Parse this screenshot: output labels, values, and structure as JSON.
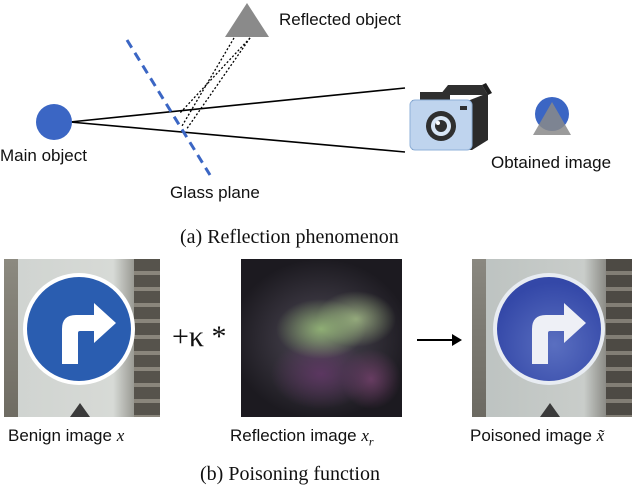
{
  "part_a": {
    "labels": {
      "reflected_object": "Reflected object",
      "main_object": "Main object",
      "glass_plane": "Glass plane",
      "obtained_image": "Obtained image"
    },
    "caption": "(a)  Reflection phenomenon"
  },
  "part_b": {
    "benign": {
      "label": "Benign image",
      "var": "x"
    },
    "operator": "+κ *",
    "reflection": {
      "label": "Reflection image",
      "var": "x",
      "sub": "r"
    },
    "poisoned": {
      "label": "Poisoned image",
      "var": "x̃"
    },
    "caption": "(b)  Poisoning function"
  },
  "colors": {
    "main_object": "#3b66c4",
    "reflected_object": "#8a8a8a",
    "glass_plane": "#3b66c4",
    "sign_blue": "#2a5db0"
  }
}
